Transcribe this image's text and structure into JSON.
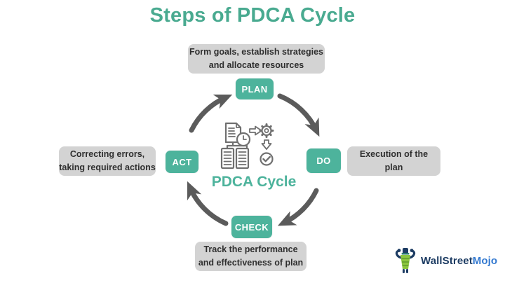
{
  "title": "Steps of PDCA Cycle",
  "colors": {
    "title-teal": "#49aa90",
    "badge-teal": "#4db39c",
    "box-gray": "#d3d3d3",
    "box-text": "#2f2f2f",
    "arrow-gray": "#5b5b5b",
    "icon-gray": "#6f6f6f",
    "logo-navy": "#1d3c63",
    "logo-blue": "#3379d0",
    "mascot-green": "#8cc63f"
  },
  "center": {
    "label": "PDCA Cycle",
    "icon": "pdca-process-icon"
  },
  "steps": [
    {
      "id": "plan",
      "label": "PLAN",
      "description": "Form goals, establish strategies\nand allocate resources"
    },
    {
      "id": "do",
      "label": "DO",
      "description": "Execution of the\nplan"
    },
    {
      "id": "check",
      "label": "CHECK",
      "description": "Track the performance\nand effectiveness of plan"
    },
    {
      "id": "act",
      "label": "ACT",
      "description": "Correcting errors,\ntaking required actions"
    }
  ],
  "cycle_order": [
    "PLAN",
    "DO",
    "CHECK",
    "ACT"
  ],
  "logo": {
    "brand_primary": "WallStreet",
    "brand_secondary": "Mojo",
    "icon": "wallstreetmojo-mascot-icon"
  }
}
